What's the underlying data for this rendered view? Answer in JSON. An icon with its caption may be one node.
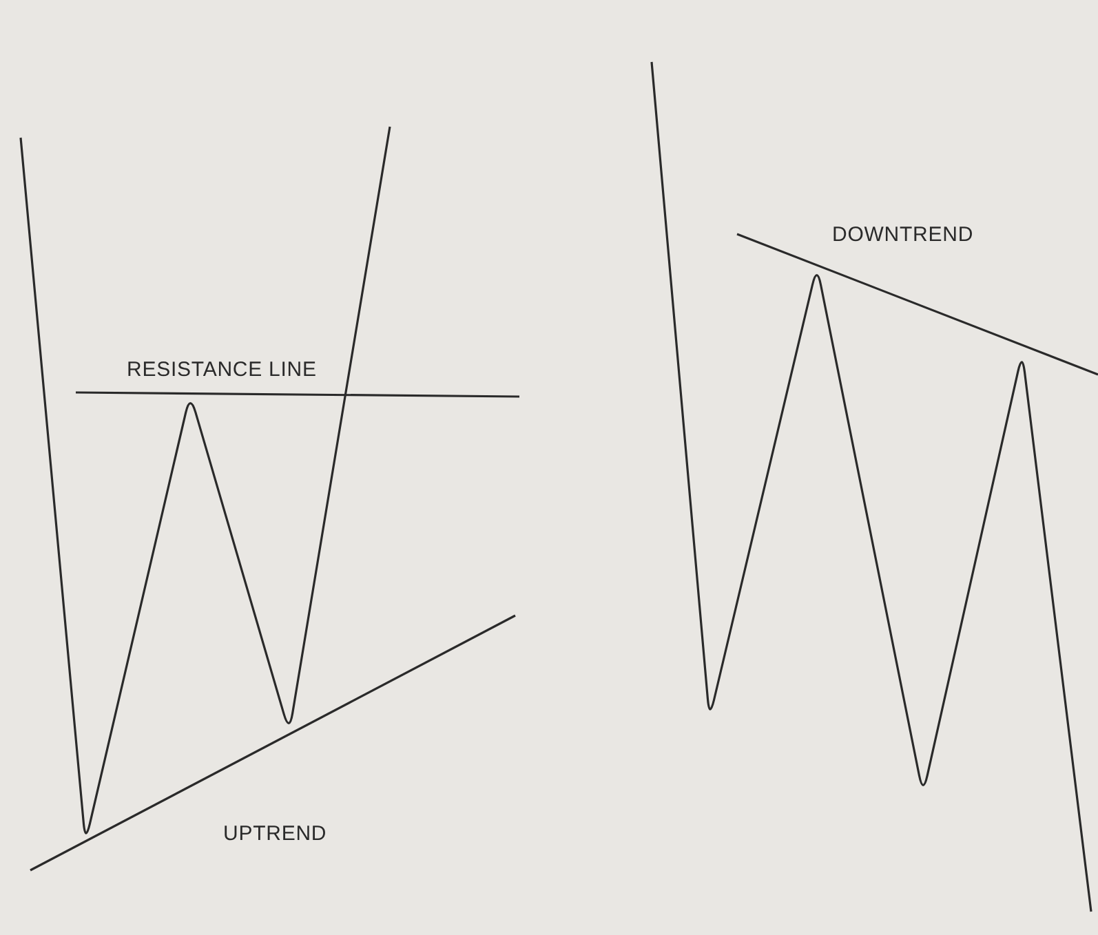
{
  "diagram": {
    "labels": [
      "RESISTANCE LINE",
      "UPTREND",
      "DOWNTREND"
    ]
  }
}
